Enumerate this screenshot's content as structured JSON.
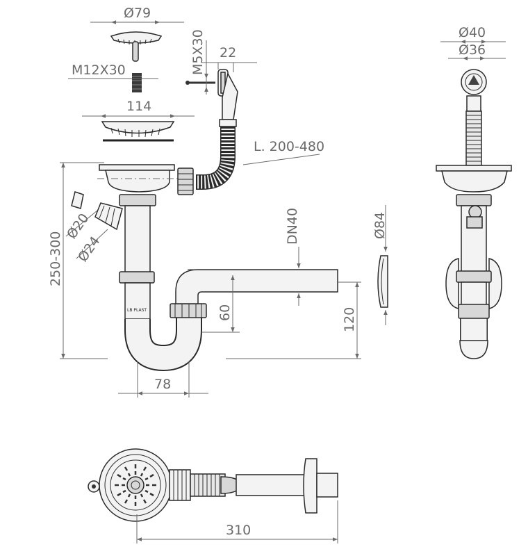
{
  "labels": {
    "d79": "Ø79",
    "m5x30": "M5X30",
    "w22": "22",
    "m12x30": "M12X30",
    "w114": "114",
    "l200_480": "L. 200-480",
    "d20": "Ø20",
    "d24": "Ø24",
    "h250_300": "250-300",
    "dn40": "DN40",
    "h60": "60",
    "h120": "120",
    "w78": "78",
    "d84": "Ø84",
    "d40": "Ø40",
    "d36": "Ø36",
    "w310": "310"
  },
  "brand": "LB PLAST"
}
